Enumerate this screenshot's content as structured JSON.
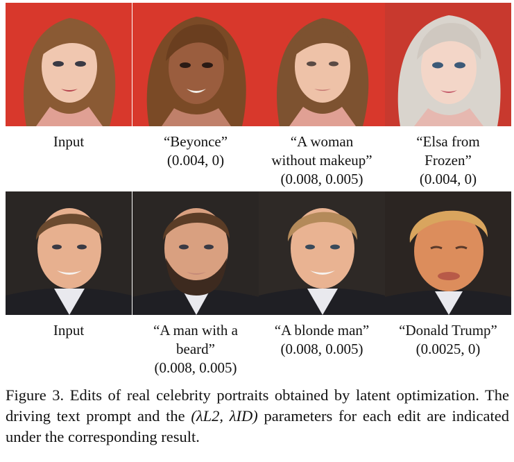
{
  "figure": {
    "rows": [
      {
        "subject": "woman",
        "cells": [
          {
            "prompt": "Input",
            "params": ""
          },
          {
            "prompt": "“Beyonce”",
            "params": "(0.004, 0)"
          },
          {
            "prompt": "“A woman\nwithout makeup”",
            "params": "(0.008, 0.005)"
          },
          {
            "prompt": "“Elsa from\nFrozen”",
            "params": "(0.004, 0)"
          }
        ]
      },
      {
        "subject": "man",
        "cells": [
          {
            "prompt": "Input",
            "params": ""
          },
          {
            "prompt": "“A man with a\nbeard”",
            "params": "(0.008, 0.005)"
          },
          {
            "prompt": "“A blonde man”",
            "params": "(0.008, 0.005)"
          },
          {
            "prompt": "“Donald Trump”",
            "params": "(0.0025, 0)"
          }
        ]
      }
    ],
    "caption": {
      "label": "Figure 3.",
      "text_a": "Edits of real celebrity portraits obtained by latent optimization. The driving text prompt and the",
      "params_symbol": "(λL2, λID)",
      "text_b": "parameters for each edit are indicated under the corresponding result."
    }
  },
  "colors": {
    "red_bg": "#d8382c",
    "dark_bg": "#2a2624",
    "skin_light": "#f0c7b0",
    "skin_dark": "#9a5d3e",
    "skin_man": "#e7b08f",
    "skin_trump": "#dc8d5c",
    "hair_brown": "#8a5a34",
    "hair_platinum": "#d9d4cd",
    "hair_man": "#6b4a2f",
    "hair_blonde": "#b48a5a",
    "beard": "#3d2a1f",
    "suit": "#1f1f24"
  }
}
